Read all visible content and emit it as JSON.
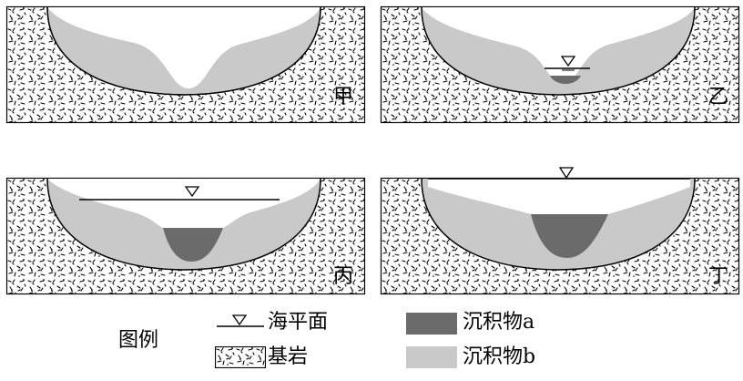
{
  "panels": [
    {
      "id": "jia",
      "label": "甲",
      "has_sea_level": false,
      "has_sediment_a": false
    },
    {
      "id": "yi",
      "label": "乙",
      "has_sea_level": true,
      "has_sediment_a": true
    },
    {
      "id": "bing",
      "label": "丙",
      "has_sea_level": true,
      "has_sediment_a": true
    },
    {
      "id": "ding",
      "label": "丁",
      "has_sea_level": true,
      "has_sediment_a": true
    }
  ],
  "legend": {
    "title": "图例",
    "sea_level": "海平面",
    "bedrock": "基岩",
    "sediment_a": "沉积物a",
    "sediment_b": "沉积物b"
  },
  "colors": {
    "bedrock_fill": "#ffffff",
    "sediment_a": "#6b6b6b",
    "sediment_b": "#c9c9c9",
    "outline": "#000000"
  }
}
